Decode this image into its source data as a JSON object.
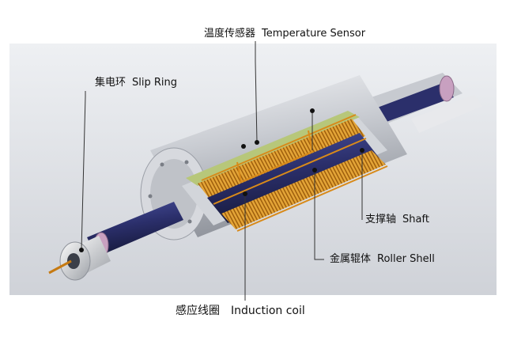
{
  "labels": {
    "temperature_sensor": {
      "zh": "温度传感器",
      "en": "Temperature Sensor"
    },
    "slip_ring": {
      "zh": "集电环",
      "en": "Slip Ring"
    },
    "shaft": {
      "zh": "支撑轴",
      "en": "Shaft"
    },
    "roller_shell": {
      "zh": "金属辊体",
      "en": "Roller Shell"
    },
    "induction_coil": {
      "zh": "感应线圈",
      "en": "Induction coil"
    }
  },
  "colors": {
    "background_panel": "#d9dbe0",
    "shell": "#c4c7cd",
    "shell_light": "#e6e8ec",
    "inner_dark": "#2b2f6b",
    "inner_mid": "#3a4184",
    "coil_orange": "#d88a1a",
    "coil_gold": "#e8b44a",
    "sensor_green": "#b7c77a",
    "slip_ring": "#c8a0c0",
    "leader_line": "#333333"
  }
}
